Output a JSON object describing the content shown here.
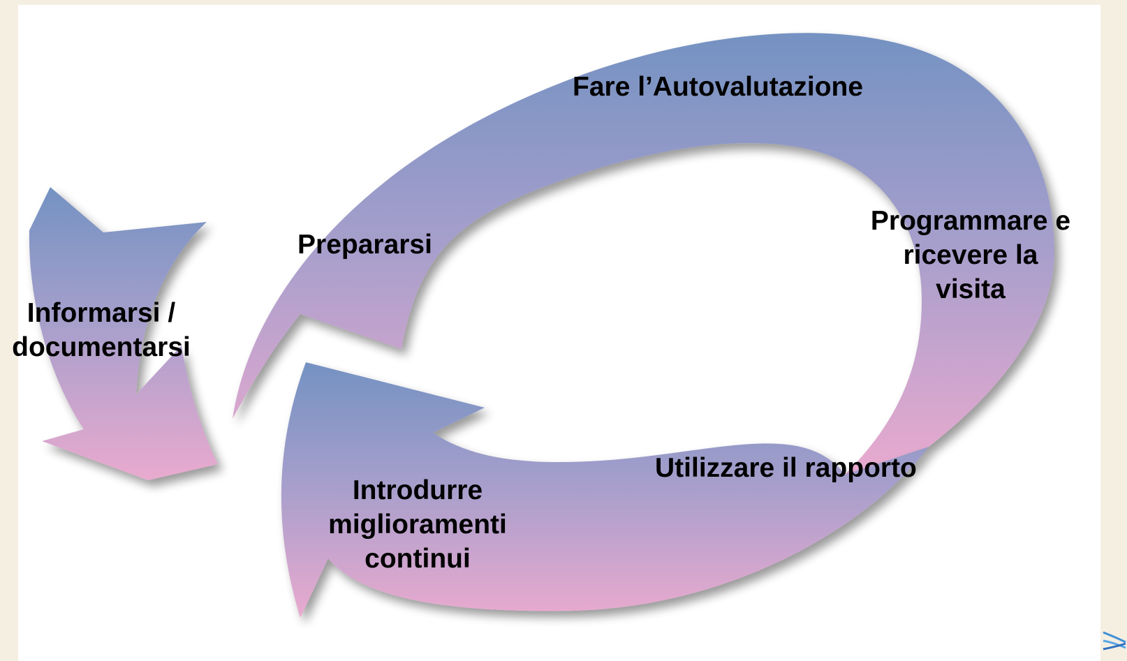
{
  "diagram": {
    "steps": [
      {
        "id": "fare",
        "label": "Fare l’Autovalutazione"
      },
      {
        "id": "prepararsi",
        "label": "Prepararsi"
      },
      {
        "id": "programmare",
        "label": "Programmare e\nricevere la\nvisita"
      },
      {
        "id": "informarsi",
        "label": "Informarsi /\ndocumentarsi"
      },
      {
        "id": "utilizzare",
        "label": "Utilizzare il rapporto"
      },
      {
        "id": "introdurre",
        "label": "Introdurre\nmiglioramenti\ncontinui"
      }
    ],
    "colors": {
      "arrow_top": "#7492c2",
      "arrow_mid": "#a59fcb",
      "arrow_bottom": "#e6aacf",
      "page_background": "#f5efe2",
      "slide_background": "#ffffff"
    }
  },
  "icons": {
    "corner_logo": "swoosh-logo-icon"
  }
}
